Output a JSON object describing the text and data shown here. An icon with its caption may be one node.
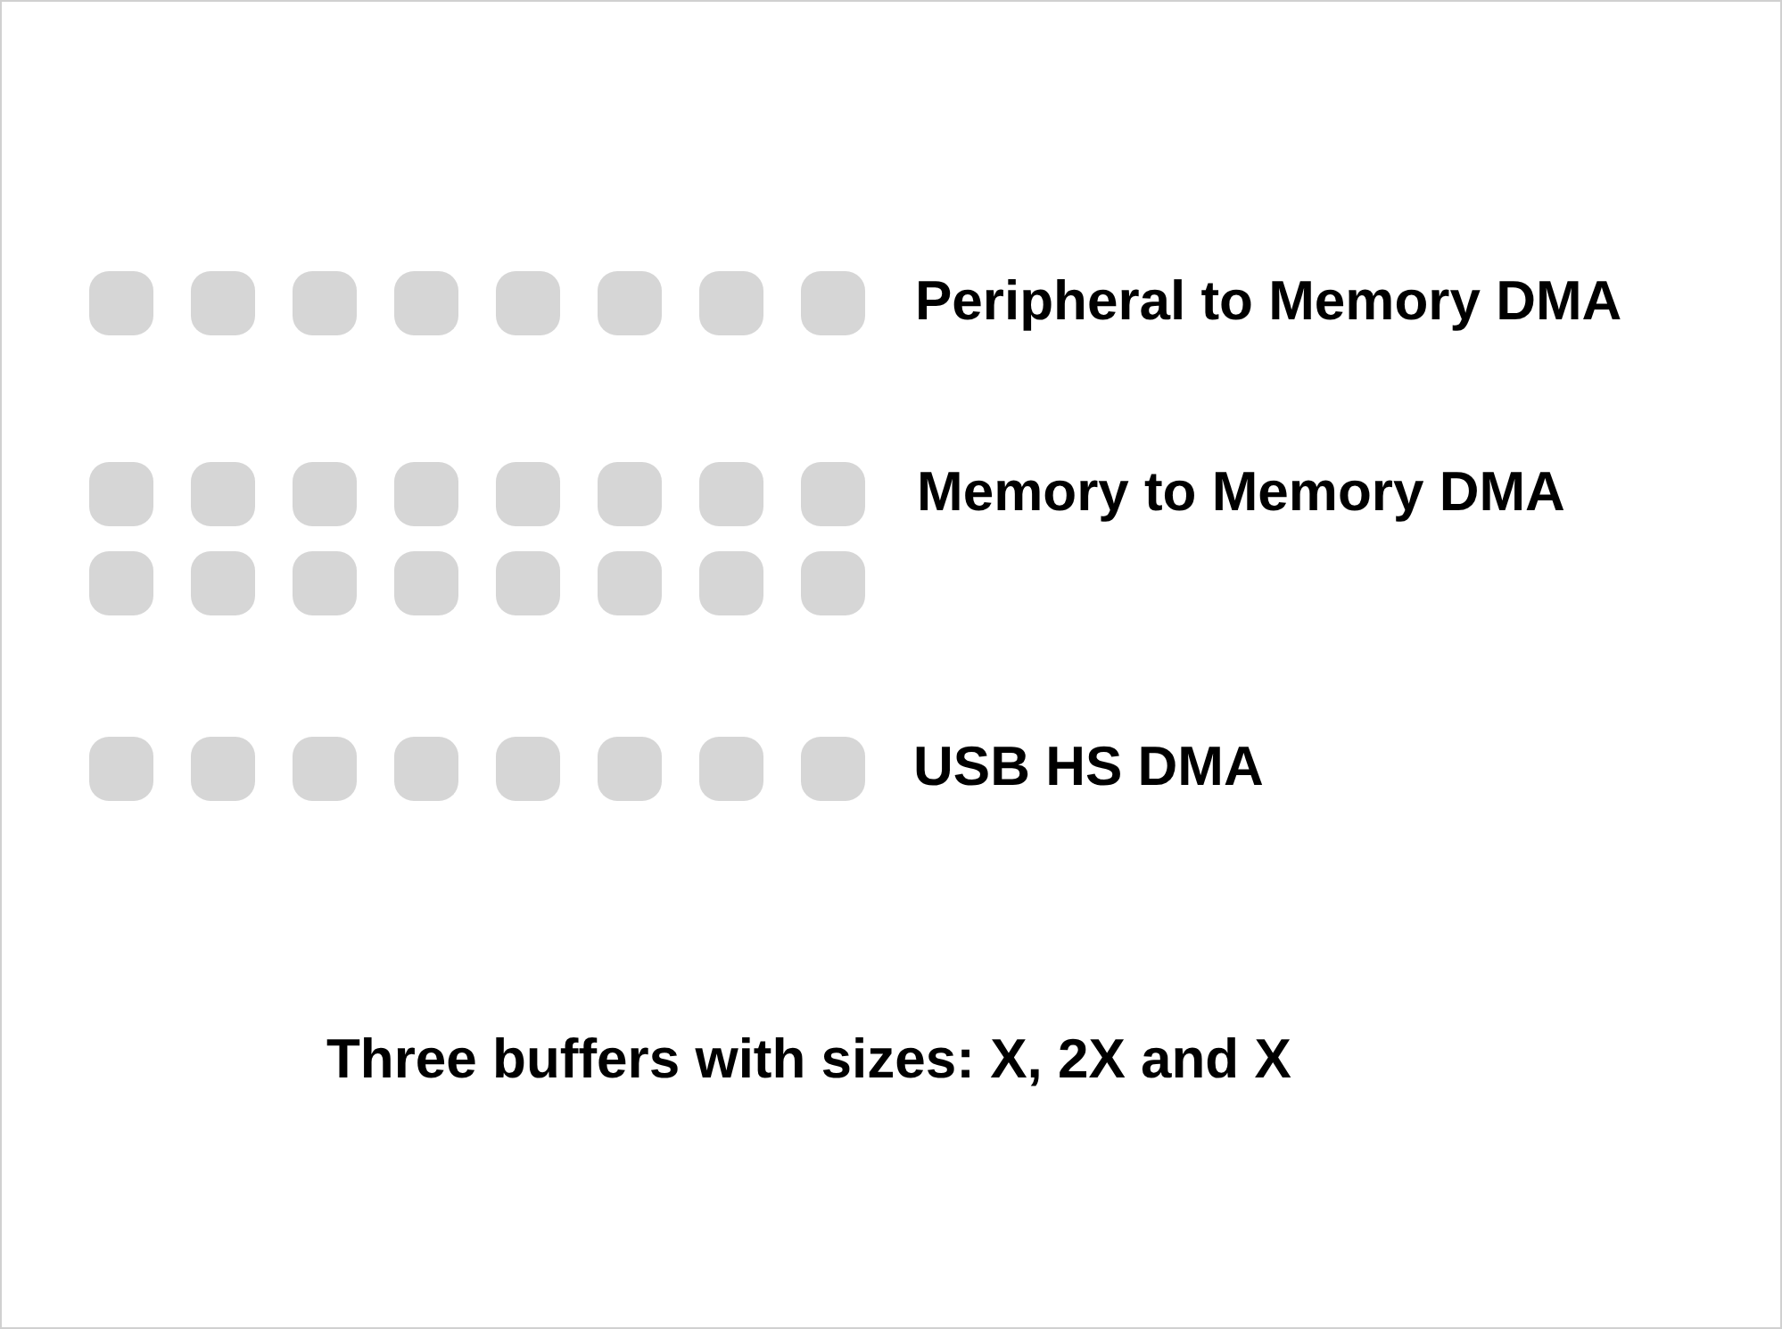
{
  "diagram": {
    "caption": "Three buffers with sizes: X, 2X and X",
    "nodes": [
      {
        "text": [],
        "shape": "box"
      },
      {
        "text": [],
        "shape": "box"
      },
      {
        "text": [],
        "shape": "box"
      },
      {
        "text": [],
        "shape": "box"
      },
      {
        "text": [],
        "shape": "box"
      },
      {
        "text": [],
        "shape": "box"
      },
      {
        "text": [],
        "shape": "box"
      },
      {
        "text": [],
        "shape": "box"
      },
      {
        "text": [],
        "shape": "box"
      },
      {
        "text": [],
        "shape": "box"
      },
      {
        "text": [],
        "shape": "box"
      },
      {
        "text": [],
        "shape": "box"
      },
      {
        "text": [],
        "shape": "box"
      },
      {
        "text": [],
        "shape": "box"
      },
      {
        "text": [],
        "shape": "box"
      },
      {
        "text": [],
        "shape": "box"
      },
      {
        "text": [],
        "shape": "box"
      },
      {
        "text": [],
        "shape": "box"
      },
      {
        "text": [],
        "shape": "box"
      },
      {
        "text": [],
        "shape": "box"
      },
      {
        "text": [],
        "shape": "box"
      },
      {
        "text": [],
        "shape": "box"
      },
      {
        "text": [],
        "shape": "box"
      },
      {
        "text": [],
        "shape": "box"
      },
      {
        "text": [],
        "shape": "box"
      },
      {
        "text": [],
        "shape": "box"
      },
      {
        "text": [],
        "shape": "box"
      },
      {
        "text": [],
        "shape": "box"
      },
      {
        "text": [],
        "shape": "box"
      },
      {
        "text": [],
        "shape": "box"
      },
      {
        "text": [],
        "shape": "box"
      },
      {
        "text": [],
        "shape": "box"
      }
    ],
    "labels": [
      "Peripheral to Memory DMA",
      "Memory to Memory DMA",
      "USB HS DMA"
    ]
  }
}
